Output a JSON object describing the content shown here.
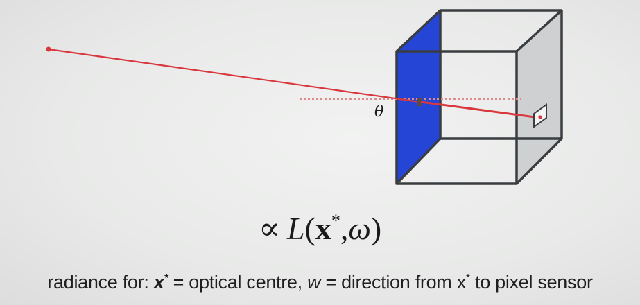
{
  "diagram": {
    "angle_label": "θ"
  },
  "formula": {
    "prop": "∝",
    "L": "L",
    "open": "(",
    "x": "x",
    "star": "*",
    "comma": ",",
    "omega": "ω",
    "close": ")"
  },
  "caption": {
    "prefix": "radiance for: ",
    "xstar_base": "x",
    "xstar_sup": "*",
    "eq1": " = optical centre, ",
    "w": "w",
    "eq2": " = direction from x",
    "x_sup": "*",
    "suffix": " to pixel sensor"
  },
  "colors": {
    "ray": "#d8383d",
    "aperture_plane": "#2545d6",
    "cube_edges": "#3a3d40",
    "side_face": "#c9cbce"
  }
}
